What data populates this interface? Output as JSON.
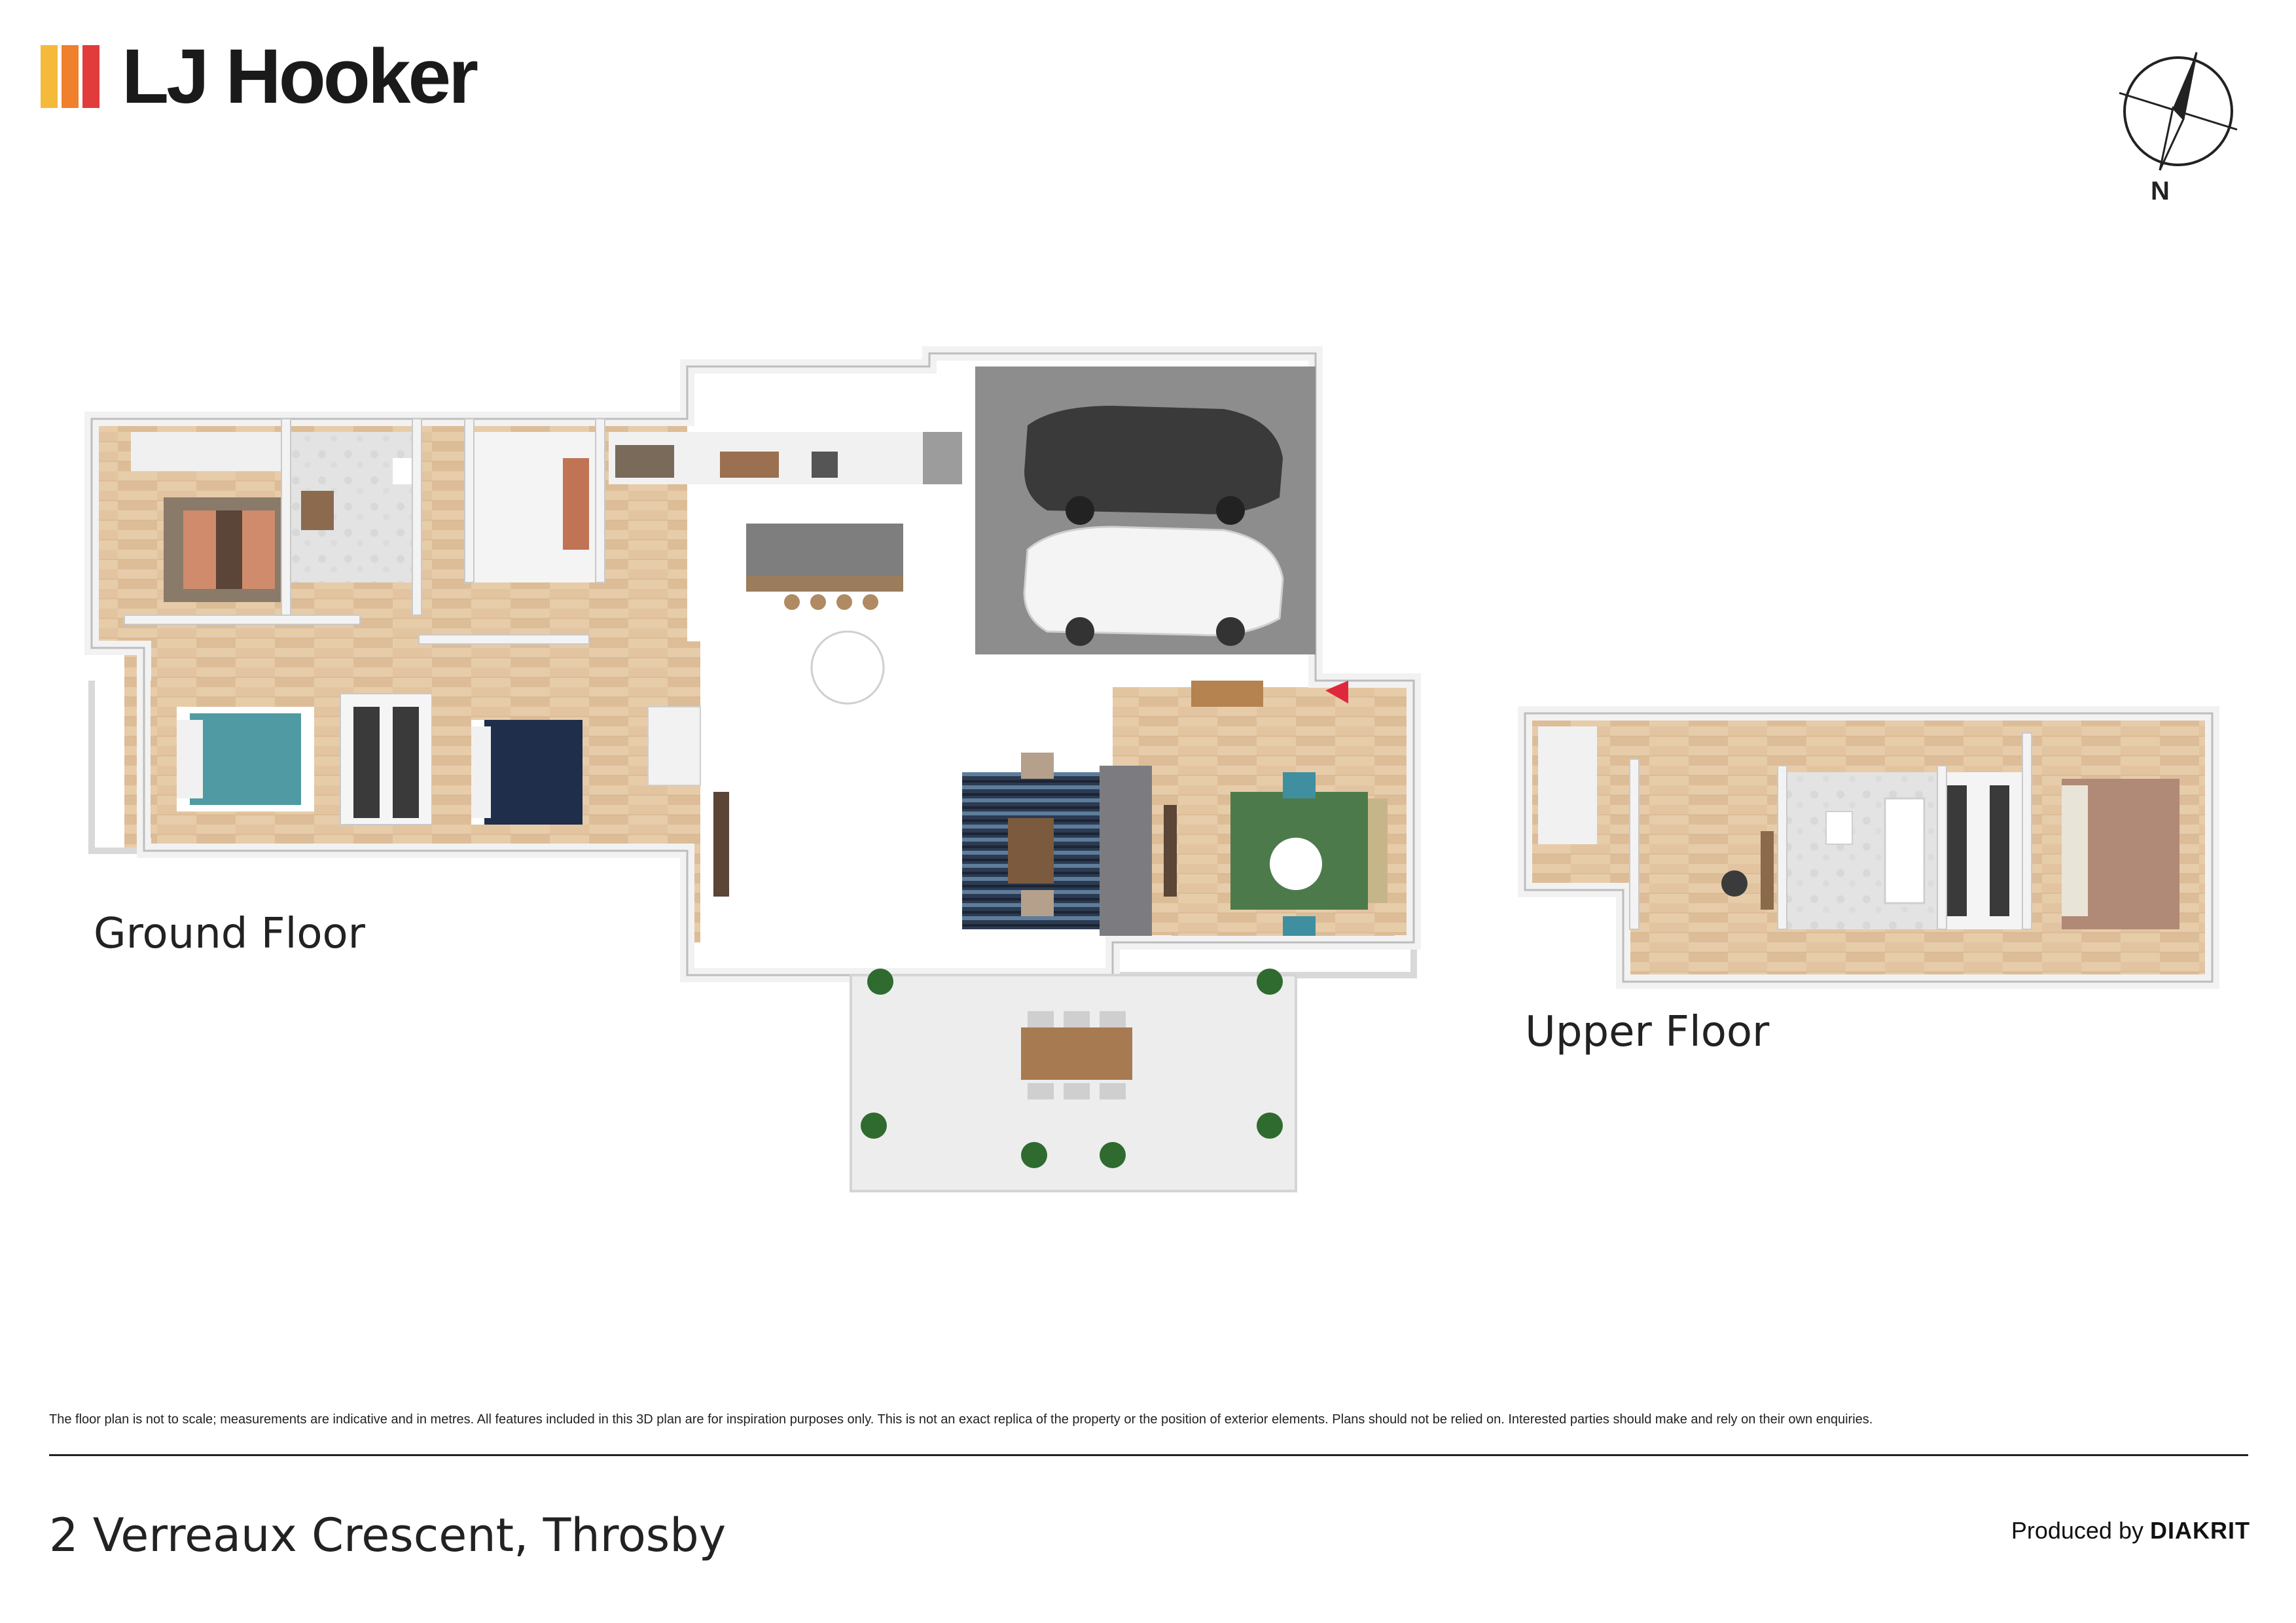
{
  "brand": {
    "name": "LJ Hooker",
    "colors": [
      "#f5b93c",
      "#f07f2e",
      "#e23b3b"
    ]
  },
  "compass": {
    "label": "N",
    "icon": "north-arrow-icon"
  },
  "floors": {
    "ground": {
      "label": "Ground Floor"
    },
    "upper": {
      "label": "Upper Floor"
    }
  },
  "footer": {
    "disclaimer": "The floor plan is not to scale; measurements are indicative and in metres. All features included in this 3D plan are for inspiration purposes only. This is not an exact replica of the property or the position of exterior elements. Plans should not be relied on. Interested parties should make and rely on their own enquiries.",
    "address": "2 Verreaux Crescent, Throsby",
    "produced_by_prefix": "Produced by",
    "produced_by_brand": "DIAKRIT"
  }
}
